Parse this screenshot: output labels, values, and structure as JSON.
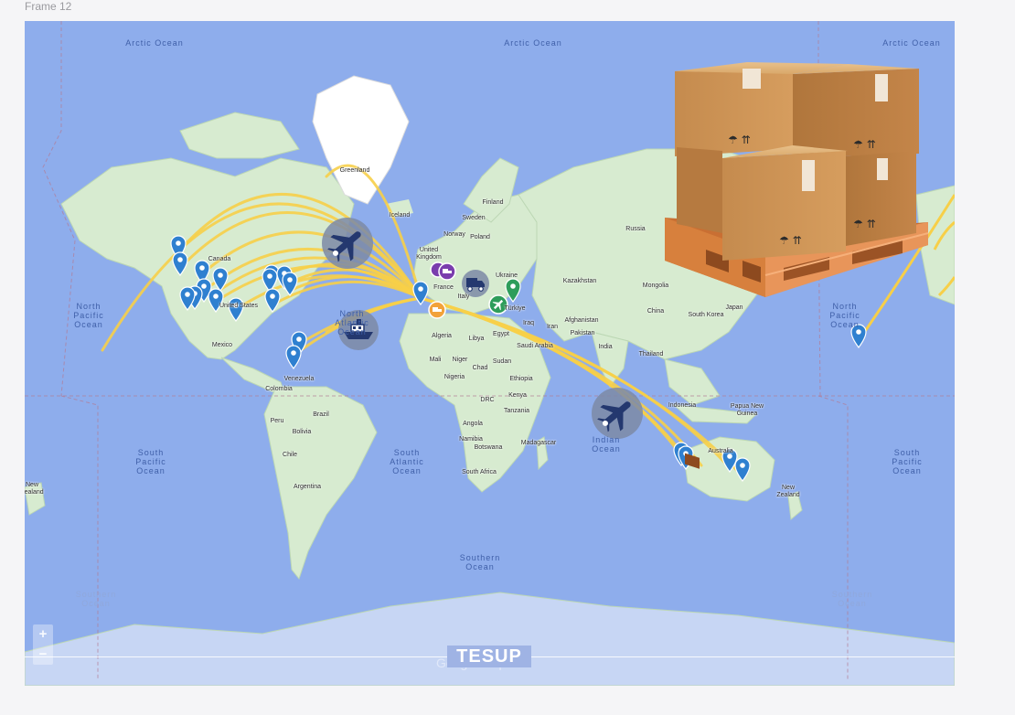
{
  "frame": {
    "label": "Frame 12"
  },
  "brand": {
    "logo": "TESUP"
  },
  "map": {
    "attribution": "Google Maps",
    "zoom_in_label": "+",
    "zoom_out_label": "−",
    "ocean_labels": [
      "Arctic Ocean",
      "Arctic Ocean",
      "Arctic Ocean",
      "North\nPacific\nOcean",
      "North\nAtlantic\nOcean",
      "North\nPacific\nOcean",
      "South\nPacific\nOcean",
      "South\nAtlantic\nOcean",
      "Indian\nOcean",
      "South\nPacific\nOcean",
      "Southern\nOcean",
      "Southern\nOcean",
      "Southern\nOcean"
    ],
    "country_labels": [
      "Greenland",
      "Iceland",
      "Finland",
      "Sweden",
      "Norway",
      "United\nKingdom",
      "Poland",
      "Ukraine",
      "France",
      "Italy",
      "Türkiye",
      "Kazakhstan",
      "Mongolia",
      "Russia",
      "China",
      "South Korea",
      "Japan",
      "Iraq",
      "Iran",
      "Afghanistan",
      "Pakistan",
      "India",
      "Thailand",
      "Saudi Arabia",
      "Egypt",
      "Algeria",
      "Libya",
      "Mali",
      "Niger",
      "Chad",
      "Sudan",
      "Nigeria",
      "Ethiopia",
      "Kenya",
      "DRC",
      "Tanzania",
      "Angola",
      "Namibia",
      "Botswana",
      "Madagascar",
      "South Africa",
      "Indonesia",
      "Papua New\nGuinea",
      "Australia",
      "New\nZealand",
      "New\nZealand",
      "Canada",
      "United States",
      "Mexico",
      "Venezuela",
      "Colombia",
      "Peru",
      "Brazil",
      "Bolivia",
      "Chile",
      "Argentina"
    ]
  },
  "colors": {
    "ocean": "#8eadec",
    "land": "#d7ebd0",
    "ice": "#ffffff",
    "route": "#f7cf48",
    "pin_blue": "#2f80d0",
    "pin_green": "#2e9d5b",
    "badge_purple": "#7a3dad",
    "badge_orange": "#f2a23a",
    "transport_bubble": "#7d8aa6",
    "vehicle_navy": "#24386f"
  },
  "icons": {
    "plane_north": "airplane-icon",
    "plane_south": "airplane-icon",
    "ship": "cargo-ship-icon",
    "truck": "delivery-truck-icon",
    "hero": "cardboard-boxes-on-pallet"
  }
}
